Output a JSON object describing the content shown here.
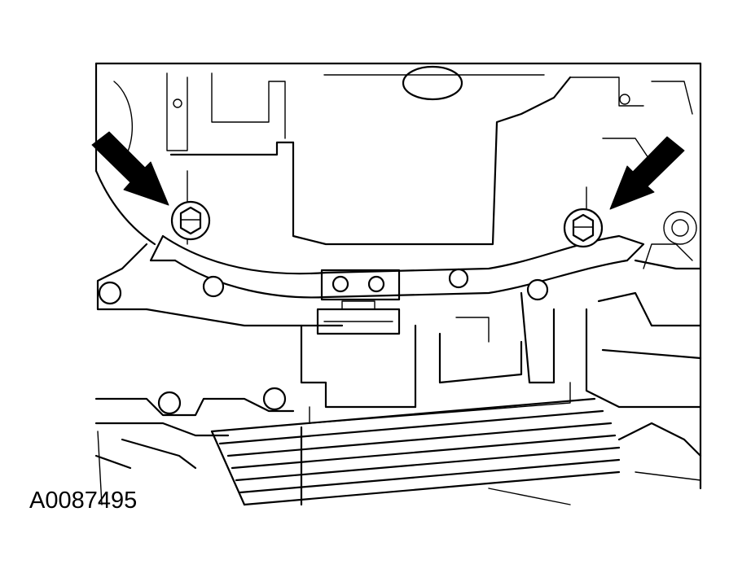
{
  "figure": {
    "id_label": "A0087495",
    "callouts": [
      {
        "name": "left-arrow",
        "points_to": "left-mounting-bolt"
      },
      {
        "name": "right-arrow",
        "points_to": "right-mounting-bolt"
      }
    ]
  },
  "colors": {
    "line": "#000000",
    "background": "#ffffff"
  }
}
